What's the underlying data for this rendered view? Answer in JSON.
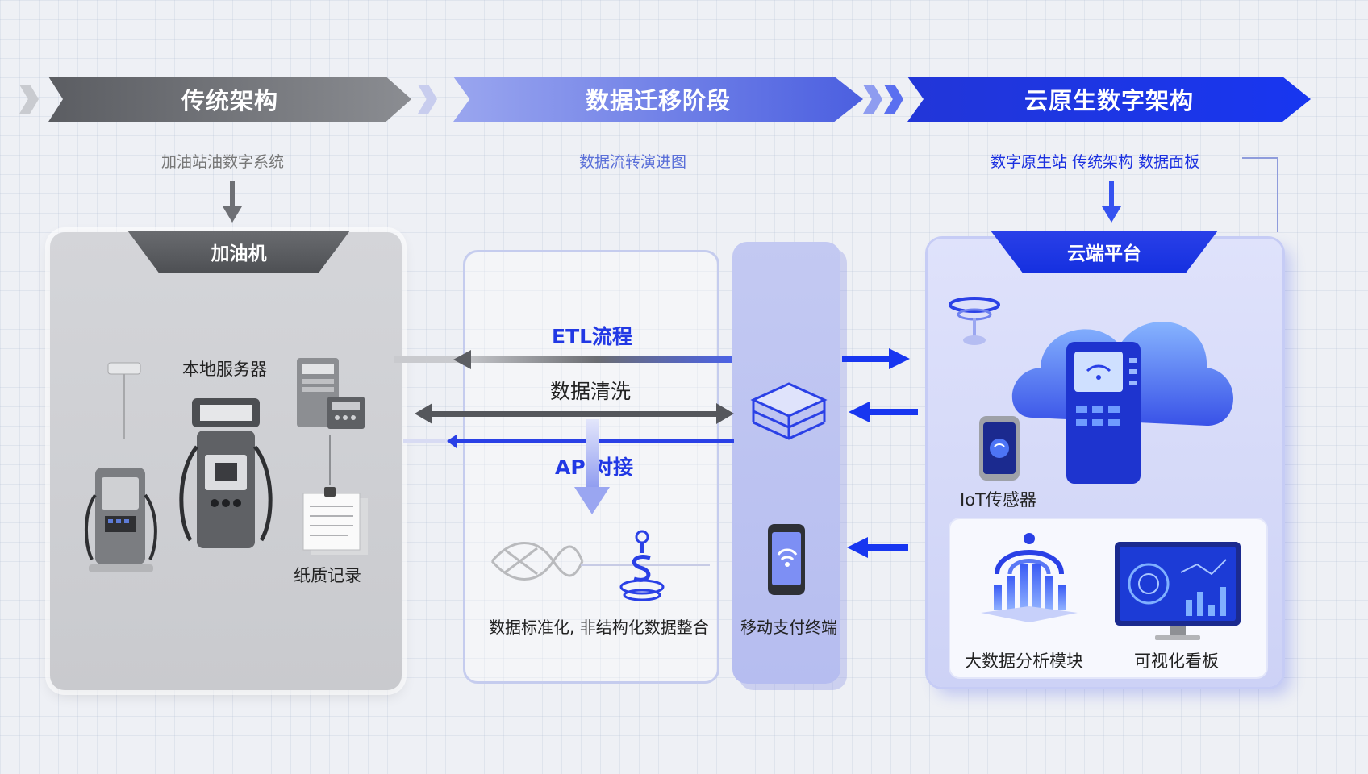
{
  "stages": [
    {
      "title": "传统架构",
      "subtitle": "加油站油数字系统"
    },
    {
      "title": "数据迁移阶段",
      "subtitle": "数据流转演进图"
    },
    {
      "title": "云原生数字架构",
      "subtitle": "数字原生站 传统架构 数据面板"
    }
  ],
  "left_panel": {
    "tab": "加油机",
    "server_label": "本地服务器",
    "paper_label": "纸质记录"
  },
  "middle": {
    "etl_label": "ETL流程",
    "clean_label": "数据清洗",
    "api_label": "API对接",
    "bottom_label": "数据标准化, 非结构化数据整合",
    "mobile_label": "移动支付终端"
  },
  "right_panel": {
    "tab": "云端平台",
    "iot_label": "IoT传感器",
    "analytics_label": "大数据分析模块",
    "dashboard_label": "可视化看板"
  },
  "colors": {
    "gray": "#6b6d72",
    "light_blue": "#6f82ee",
    "blue": "#1836f0"
  }
}
